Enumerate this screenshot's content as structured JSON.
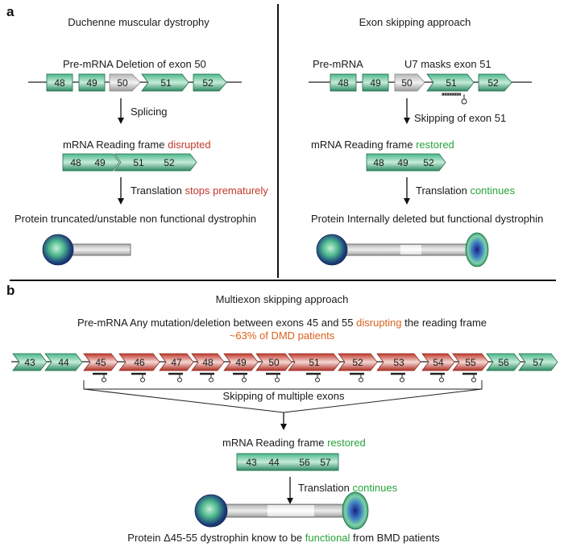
{
  "panel_a": {
    "label": "a",
    "left": {
      "title": "Duchenne muscular dystrophy",
      "premrna_label": "Pre-mRNA",
      "premrna_note": "Deletion of exon 50",
      "exons": [
        "48",
        "49",
        "50",
        "51",
        "52"
      ],
      "step1": "Splicing",
      "mrna_label": "mRNA",
      "mrna_prefix": "Reading frame",
      "mrna_status": "disrupted",
      "mrna_exons": [
        "48",
        "49",
        "51",
        "52"
      ],
      "step2": "Translation",
      "step2_status": "stops prematurely",
      "protein_label": "Protein",
      "protein_desc": "truncated/unstable non functional dystrophin"
    },
    "right": {
      "title": "Exon skipping approach",
      "premrna_label": "Pre-mRNA",
      "premrna_note": "U7 masks exon 51",
      "exons": [
        "48",
        "49",
        "50",
        "51",
        "52"
      ],
      "step1": "Skipping of exon 51",
      "mrna_label": "mRNA",
      "mrna_prefix": "Reading frame",
      "mrna_status": "restored",
      "mrna_exons": [
        "48",
        "49",
        "52"
      ],
      "step2": "Translation",
      "step2_status": "continues",
      "protein_label": "Protein",
      "protein_desc": "Internally deleted but functional dystrophin"
    }
  },
  "panel_b": {
    "label": "b",
    "title": "Multiexon skipping approach",
    "premrna_label": "Pre-mRNA",
    "premrna_desc_1": "Any mutation/deletion between exons 45 and 55",
    "premrna_desc_status": "disrupting",
    "premrna_desc_2": "the reading frame",
    "patients": "~63% of DMD patients",
    "exons": [
      "43",
      "44",
      "45",
      "46",
      "47",
      "48",
      "49",
      "50",
      "51",
      "52",
      "53",
      "54",
      "55",
      "56",
      "57"
    ],
    "skip_label": "Skipping of multiple exons",
    "mrna_label": "mRNA",
    "mrna_prefix": "Reading frame",
    "mrna_status": "restored",
    "mrna_exons": [
      "43",
      "44",
      "56",
      "57"
    ],
    "step": "Translation",
    "step_status": "continues",
    "protein_label": "Protein",
    "protein_delta": "Δ45-55",
    "protein_desc_1": "dystrophin know to be",
    "protein_desc_status": "functional",
    "protein_desc_2": "from BMD patients"
  },
  "colors": {
    "exon_green": "#2e9a6e",
    "exon_red": "#c0392b",
    "exon_grey": "#bfbfbf",
    "status_red": "#c0392b",
    "status_green": "#27a33a",
    "status_orange": "#d9621e"
  }
}
